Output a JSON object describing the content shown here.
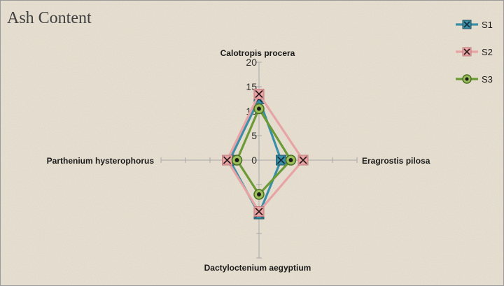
{
  "chart_data": {
    "type": "radar",
    "title": "Ash Content",
    "categories": [
      "Calotropis procera",
      "Eragrostis pilosa",
      "Dactyloctenium aegyptium",
      "Parthenium hysterophorus"
    ],
    "rlim": [
      0,
      20
    ],
    "ticks": [
      0,
      5,
      10,
      15,
      20
    ],
    "grid": false,
    "legend_position": "top-right",
    "series": [
      {
        "name": "S1",
        "values": [
          12.5,
          4.5,
          11,
          6
        ],
        "color": "#3a8fa8",
        "marker": "square"
      },
      {
        "name": "S2",
        "values": [
          13.5,
          9,
          10.5,
          6.5
        ],
        "color": "#e8a3a5",
        "marker": "x"
      },
      {
        "name": "S3",
        "values": [
          10.5,
          6.5,
          7,
          4.5
        ],
        "color": "#6b9a36",
        "marker": "circle"
      }
    ]
  }
}
